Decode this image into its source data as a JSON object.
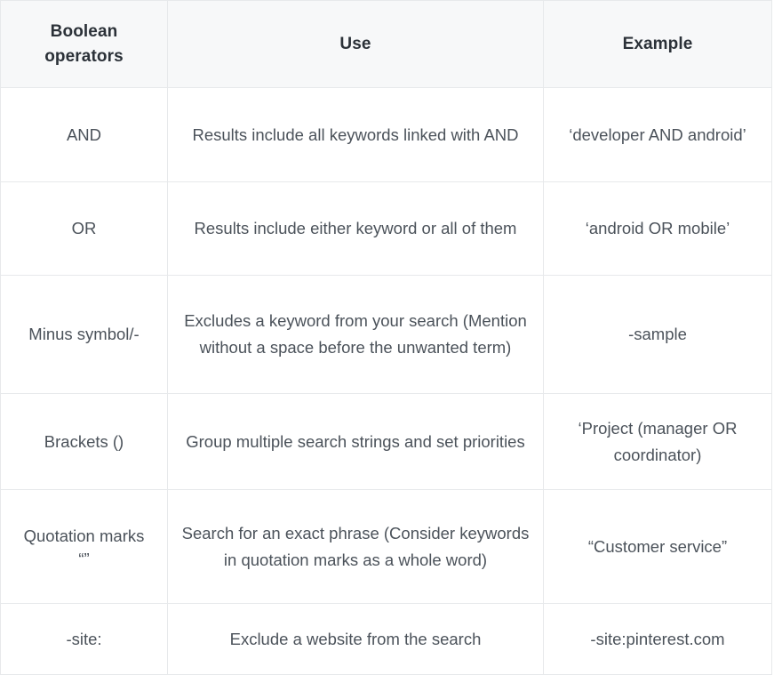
{
  "table": {
    "name": "boolean-operators-reference-table",
    "columns": [
      {
        "key": "operator",
        "label": "Boolean operators"
      },
      {
        "key": "use",
        "label": "Use"
      },
      {
        "key": "example",
        "label": "Example"
      }
    ],
    "rows": [
      {
        "operator": "AND",
        "operator_sub": "",
        "use": "Results include all keywords linked with AND",
        "example": "‘developer AND android’"
      },
      {
        "operator": "OR",
        "operator_sub": "",
        "use": "Results include either keyword or all of them",
        "example": "‘android OR mobile’"
      },
      {
        "operator": "Minus symbol/-",
        "operator_sub": "",
        "use": "Excludes a keyword from your search (Mention without a space before the unwanted term)",
        "example": "-sample"
      },
      {
        "operator": "Brackets ()",
        "operator_sub": "",
        "use": "Group multiple search strings and set priorities",
        "example": "‘Project (manager OR coordinator)"
      },
      {
        "operator": "Quotation marks",
        "operator_sub": "“”",
        "use": "Search for an exact phrase (Consider keywords in quotation marks as a whole word)",
        "example": "“Customer service”"
      },
      {
        "operator": "-site:",
        "operator_sub": "",
        "use": "Exclude a website from the search",
        "example": "-site:pinterest.com"
      }
    ]
  },
  "colors": {
    "header_background": "#f7f8f9",
    "header_text": "#2b3138",
    "body_text": "#4b525a",
    "border": "#e7e9eb",
    "cell_background": "#ffffff"
  }
}
